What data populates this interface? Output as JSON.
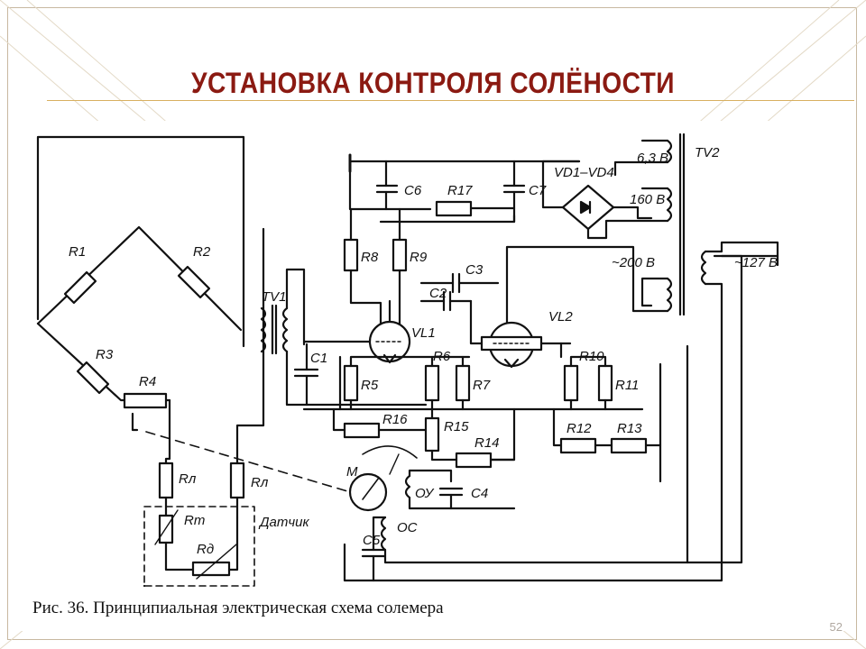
{
  "slide": {
    "title": "УСТАНОВКА КОНТРОЛЯ СОЛЁНОСТИ",
    "page_number": "52",
    "caption": "Рис. 36. Принципиальная электрическая схема солемера"
  },
  "diagram": {
    "components": {
      "R1": "R1",
      "R2": "R2",
      "R3": "R3",
      "R4": "R4",
      "RL1": "Rл",
      "RL2": "Rл",
      "RT": "Rт",
      "RD": "Rд",
      "sensor": "Датчик",
      "TV1": "TV1",
      "TV2": "TV2",
      "C1": "C1",
      "C2": "C2",
      "C3": "C3",
      "C4": "C4",
      "C5": "C5",
      "C6": "C6",
      "C7": "C7",
      "R5": "R5",
      "R6": "R6",
      "R7": "R7",
      "R8": "R8",
      "R9": "R9",
      "R10": "R10",
      "R11": "R11",
      "R12": "R12",
      "R13": "R13",
      "R14": "R14",
      "R15": "R15",
      "R16": "R16",
      "R17": "R17",
      "VL1": "VL1",
      "VL2": "VL2",
      "VD": "VD1–VD4",
      "meter": "M",
      "OU": "ОУ",
      "OC": "ОС",
      "v63": "6,3 В",
      "v160": "160 В",
      "v200": "~200 В",
      "v127": "~127 В"
    }
  }
}
